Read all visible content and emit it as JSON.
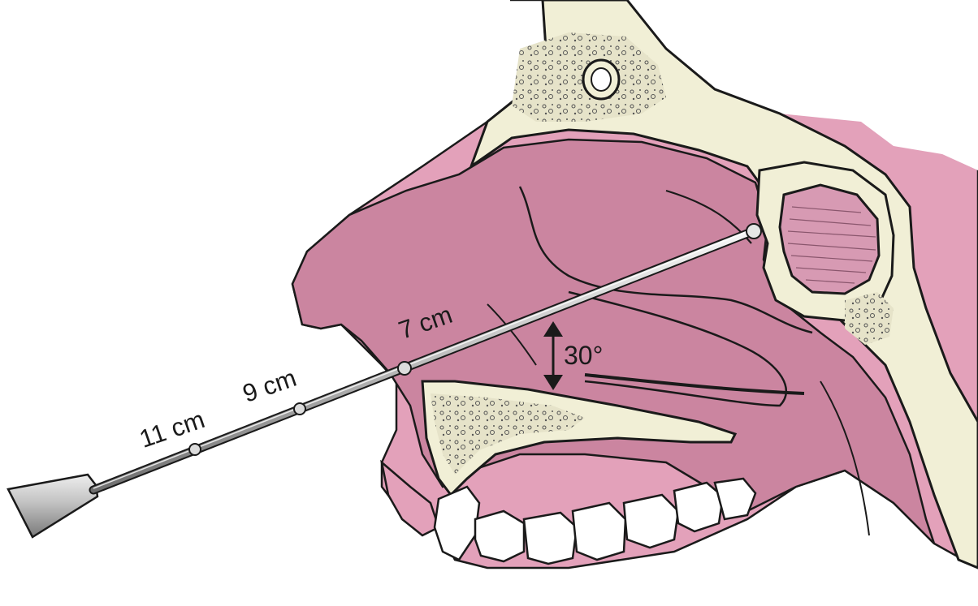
{
  "labels": {
    "mark_7cm": "7 cm",
    "mark_9cm": "9 cm",
    "mark_11cm": "11 cm",
    "angle": "30°"
  },
  "colors": {
    "mucosa_light": "#e3a1ba",
    "mucosa_dark": "#cb85a0",
    "bone": "#f1efd6",
    "outline": "#1a1a1a",
    "instrument": "#c9c9c9",
    "teeth": "#ffffff"
  },
  "icons": {
    "instrument": "nasal-probe-icon",
    "measurement_angle": "double-arrow-icon"
  }
}
